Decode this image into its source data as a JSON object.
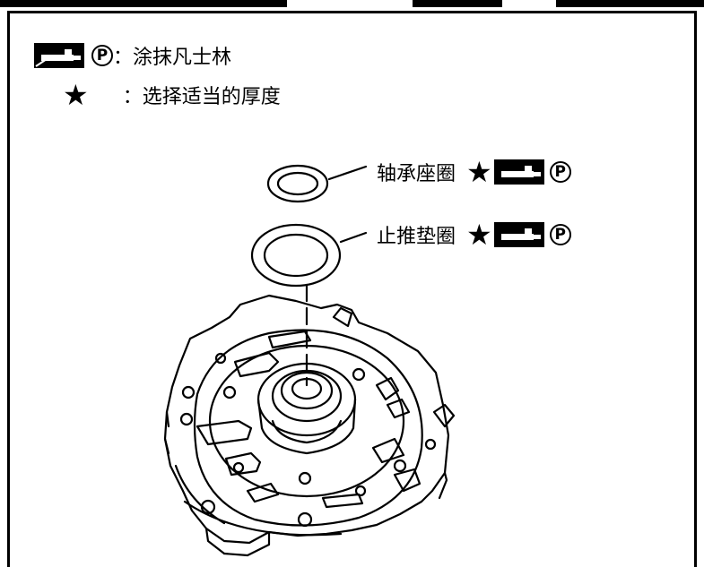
{
  "legend": {
    "grease_text": "：涂抹凡士林",
    "star_text": "：选择适当的厚度"
  },
  "callouts": {
    "bearing_race": "轴承座圈",
    "thrust_washer": "止推垫圈"
  },
  "icons": {
    "grease": "grease-gun-icon",
    "p": "circled-p-icon",
    "star": "star-icon"
  }
}
